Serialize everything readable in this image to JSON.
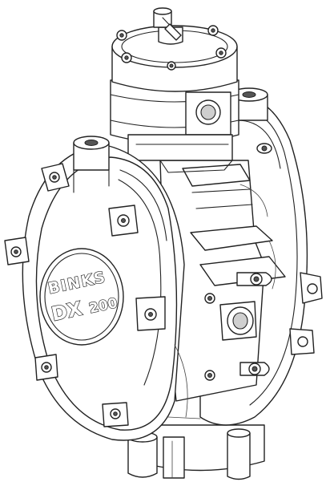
{
  "logo": {
    "brand": "BINKS",
    "model_prefix": "DX",
    "model_number": "200"
  }
}
